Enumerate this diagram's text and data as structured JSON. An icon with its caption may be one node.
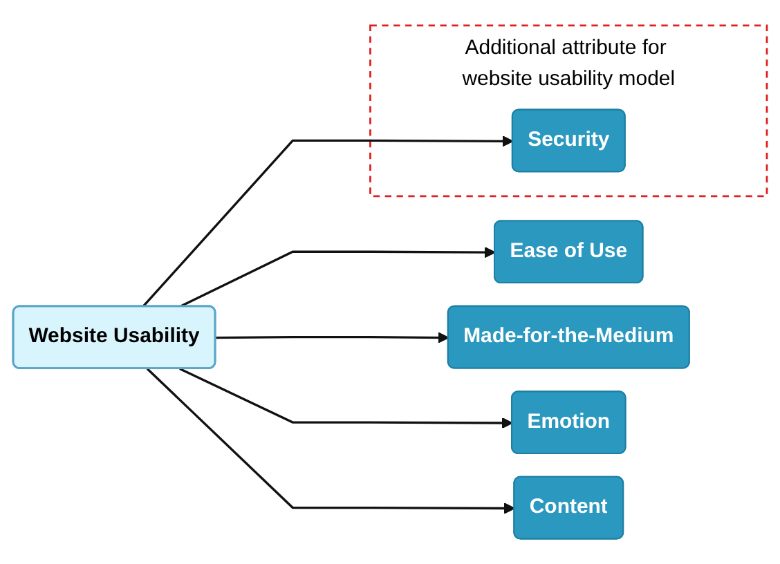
{
  "diagram": {
    "nodes": [
      {
        "text": [
          "Website Usability"
        ]
      },
      {
        "text": [
          "Ease of Use"
        ]
      },
      {
        "text": [
          "Made-for-the-Medium"
        ]
      },
      {
        "text": [
          "Emotion"
        ]
      },
      {
        "text": [
          "Content"
        ]
      },
      {
        "text": [
          "Additional attribute for website usability model"
        ]
      },
      {
        "text": [
          "Security"
        ],
        "in": 5
      }
    ],
    "edges": [
      {
        "from": 0,
        "to": 1,
        "arrow": "to"
      },
      {
        "from": 0,
        "to": 2,
        "arrow": "to"
      },
      {
        "from": 0,
        "to": 3,
        "arrow": "to"
      },
      {
        "from": 0,
        "to": 4,
        "arrow": "to"
      },
      {
        "from": 0,
        "to": 6,
        "arrow": "to"
      }
    ]
  }
}
